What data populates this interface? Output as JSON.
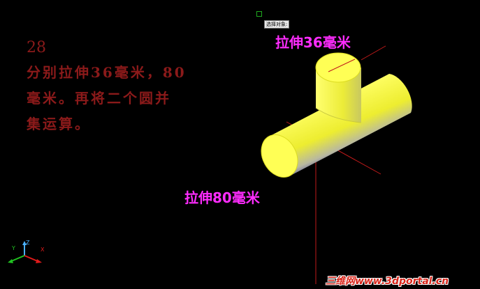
{
  "step": {
    "number": "28"
  },
  "instructions": {
    "line1": "分别拉伸36毫米，80",
    "line2": "毫米。再将二个圆并",
    "line3": "集运算。"
  },
  "labels": {
    "vertical_extrude": "拉伸36毫米",
    "horizontal_extrude": "拉伸80毫米"
  },
  "command_tooltip": "选择对象:",
  "ucs_icon": {
    "x": "X",
    "y": "Y",
    "z": "Z"
  },
  "watermark": "三维网www.3dportal.cn",
  "colors": {
    "background": "#000000",
    "instruction_text": "#8b1a1a",
    "label_text": "#ff2cff",
    "solid_fill": "#f2f23a",
    "axis_red": "#c01a1a"
  }
}
